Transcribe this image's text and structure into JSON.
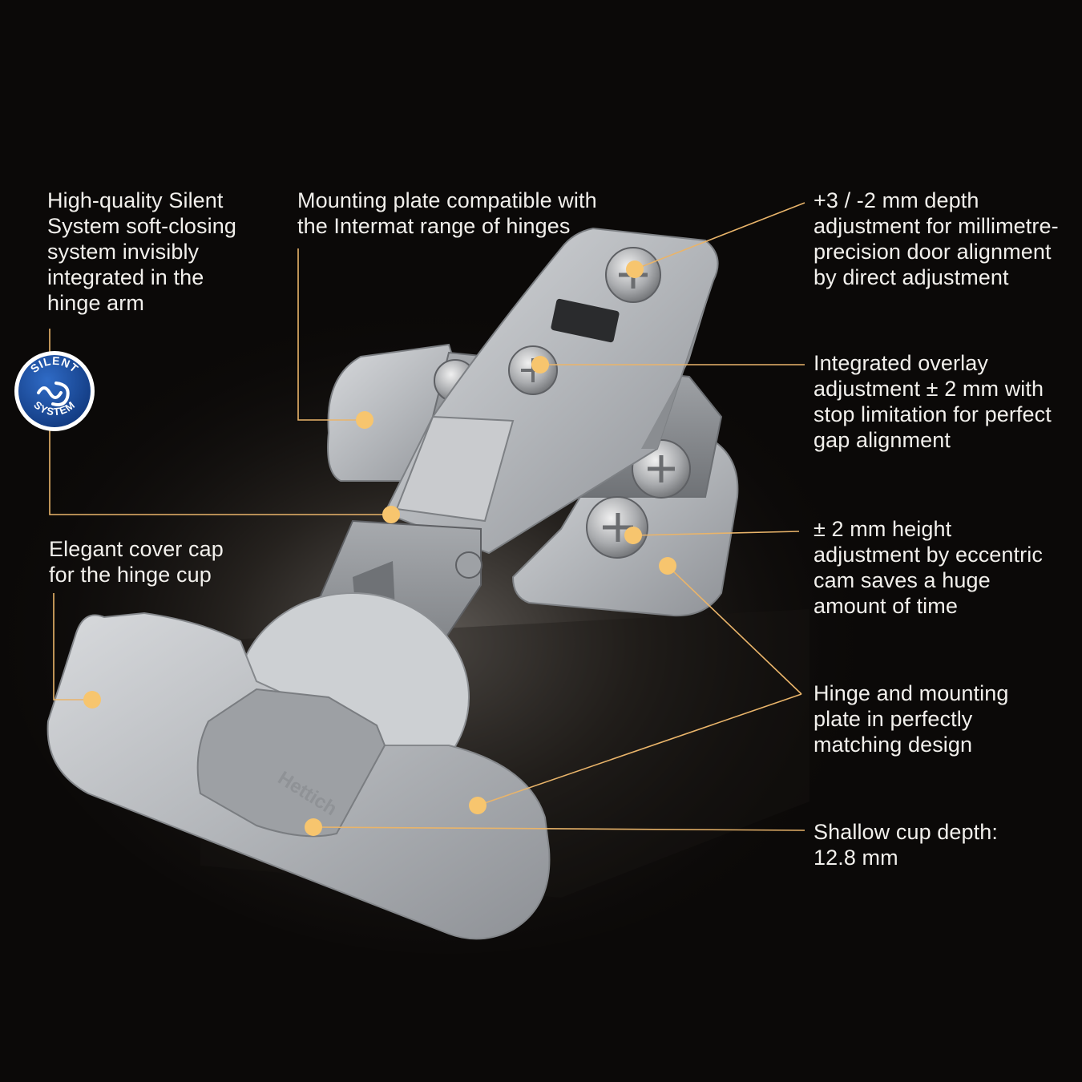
{
  "callouts": {
    "silent_system": "High-quality Silent\nSystem soft-closing\nsystem invisibly\nintegrated in the\nhinge arm",
    "mounting_plate": "Mounting plate compatible with\nthe Intermat range of hinges",
    "depth_adjustment": "+3 / -2 mm depth\nadjustment for millimetre-\nprecision door alignment\nby direct adjustment",
    "overlay_adjustment": "Integrated overlay\nadjustment ± 2 mm with\nstop limitation for perfect\ngap alignment",
    "height_adjustment": "± 2 mm height\nadjustment by eccentric\ncam saves a huge\namount of time",
    "matching_design": "Hinge and mounting\nplate in perfectly\nmatching design",
    "cup_depth": "Shallow cup depth:\n12.8 mm",
    "cover_cap": "Elegant cover cap\nfor the hinge cup"
  },
  "badge": {
    "top_text": "SILENT",
    "bottom_text": "SYSTEM"
  },
  "brand": {
    "engraving": "Hettich"
  },
  "colors": {
    "background": "#0b0908",
    "accent": "#f7c56e",
    "metal": "#b9bcc1",
    "badge_blue": "#1d4fa0"
  }
}
